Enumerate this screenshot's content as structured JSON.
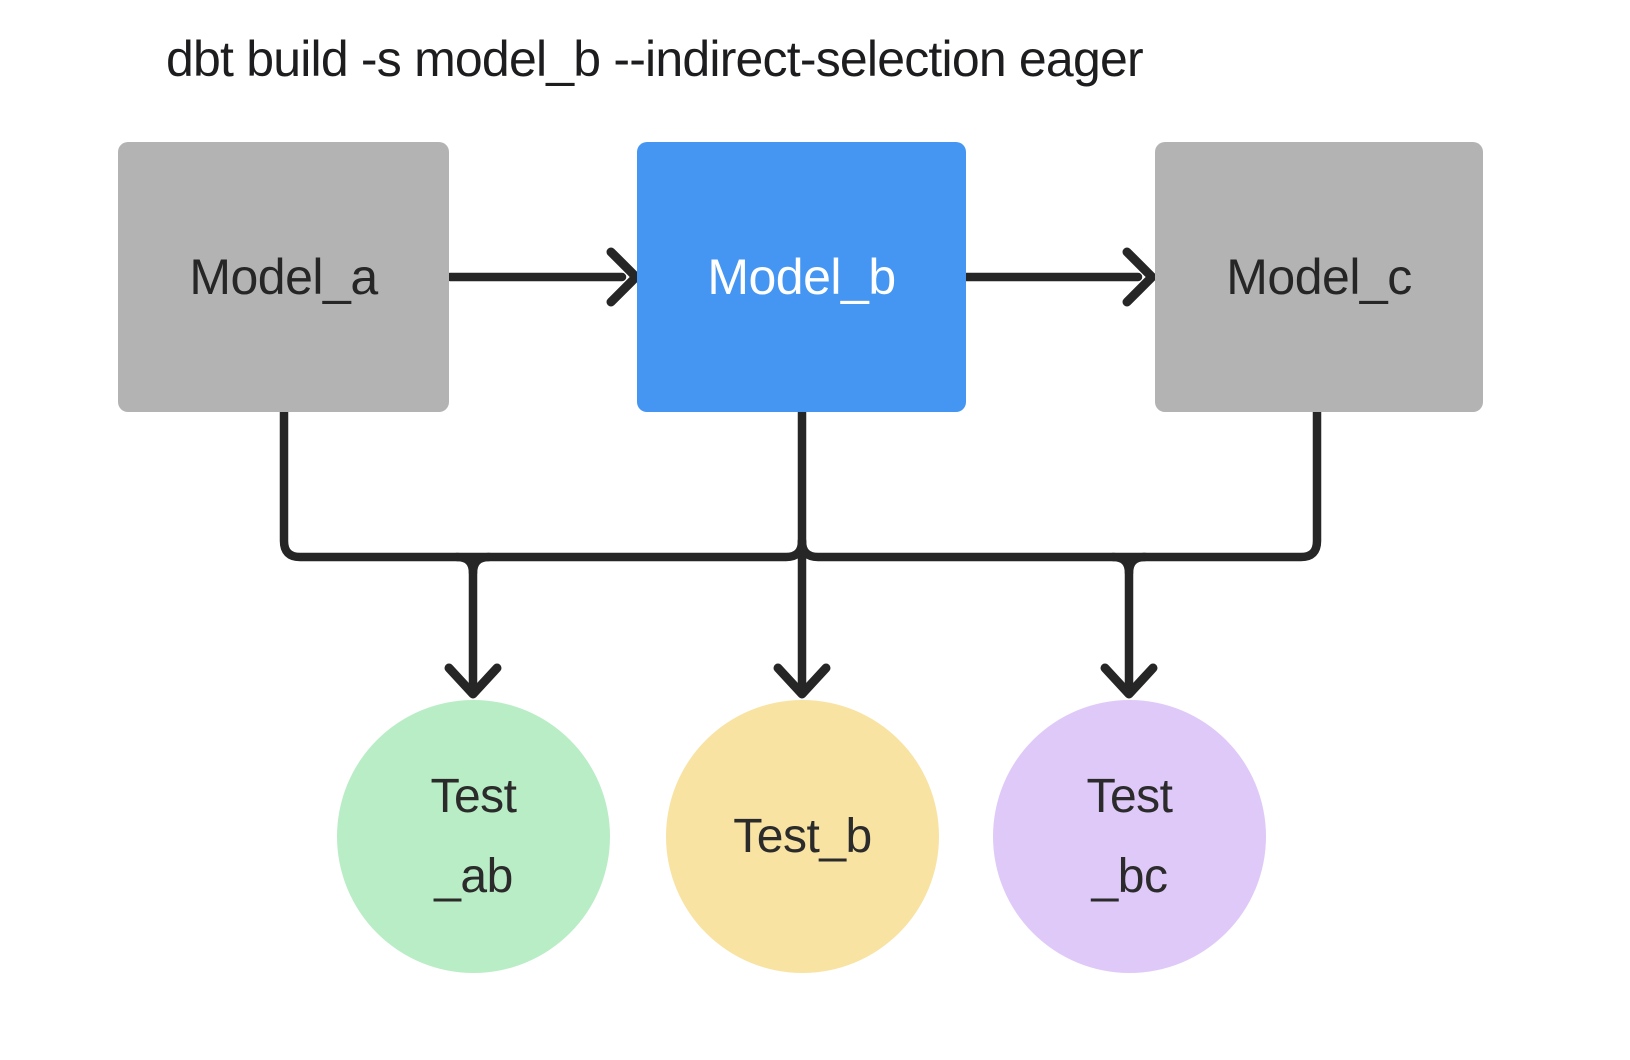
{
  "title": "dbt build -s model_b --indirect-selection eager",
  "diagram": {
    "background": "#ffffff",
    "line_color": "#262626",
    "models": [
      {
        "id": "model_a",
        "label": "Model_a",
        "fill": "#b3b3b3",
        "text_color": "#262626",
        "selected": false
      },
      {
        "id": "model_b",
        "label": "Model_b",
        "fill": "#4596f3",
        "text_color": "#ffffff",
        "selected": true
      },
      {
        "id": "model_c",
        "label": "Model_c",
        "fill": "#b3b3b3",
        "text_color": "#262626",
        "selected": false
      }
    ],
    "tests": [
      {
        "id": "test_ab",
        "lines": [
          "Test",
          "_ab"
        ],
        "fill": "#b9edc6"
      },
      {
        "id": "test_b",
        "lines": [
          "Test_b"
        ],
        "fill": "#f8e3a3"
      },
      {
        "id": "test_bc",
        "lines": [
          "Test",
          "_bc"
        ],
        "fill": "#dfc9f8"
      }
    ],
    "edges": [
      "model_a -> model_b",
      "model_b -> model_c",
      "model_a -> test_ab",
      "model_b -> test_ab",
      "model_b -> test_b",
      "model_b -> test_bc",
      "model_c -> test_bc"
    ]
  }
}
